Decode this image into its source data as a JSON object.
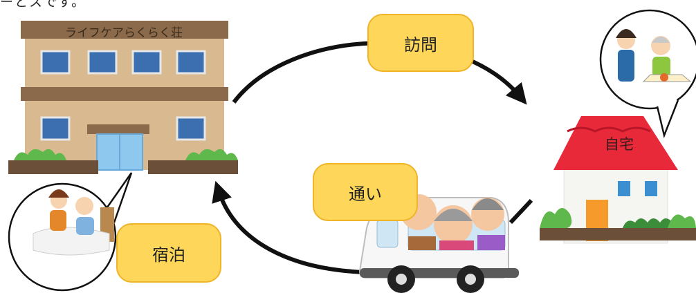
{
  "header": {
    "partial_text": "ーとスです。"
  },
  "facility": {
    "name": "ライフケアらくらく荘"
  },
  "home": {
    "label": "自宅"
  },
  "services": {
    "visit": "訪問",
    "daycare": "通い",
    "stay": "宿泊"
  },
  "icons": {
    "facility": "care-facility-building-icon",
    "home": "house-icon",
    "van": "daycare-van-icon",
    "meal": "meal-assistance-illustration",
    "bed": "bed-care-illustration"
  },
  "colors": {
    "badge_fill": "#fdd65a",
    "badge_border": "#f0b429",
    "roof": "#e8293a",
    "building": "#d9b98f"
  }
}
